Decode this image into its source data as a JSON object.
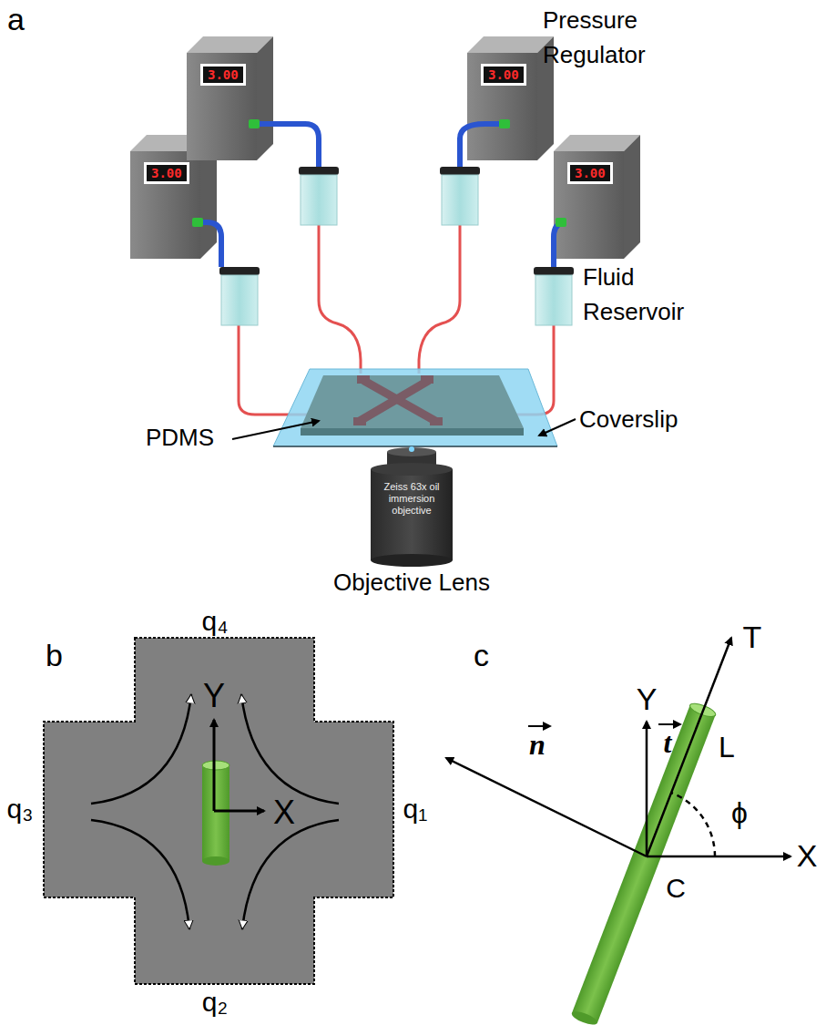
{
  "diagram": {
    "nodes": [
      {
        "text": [
          "3.00"
        ]
      },
      {
        "text": [
          "3.00"
        ]
      },
      {
        "text": [
          "3.00"
        ]
      },
      {
        "text": [
          "3.00"
        ]
      },
      {
        "text": [
          "Zeiss 63x oil immersion objective"
        ]
      }
    ],
    "labels": [
      "a",
      "Pressure Regulator",
      "Fluid Reservoir",
      "PDMS",
      "Coverslip",
      "Objective Lens",
      "b",
      "q₄",
      "q₃",
      "q₁",
      "q₂",
      "Y",
      "X",
      "c",
      "T",
      "Y",
      "X",
      "L",
      "C",
      "ϕ",
      "t",
      "n"
    ]
  }
}
